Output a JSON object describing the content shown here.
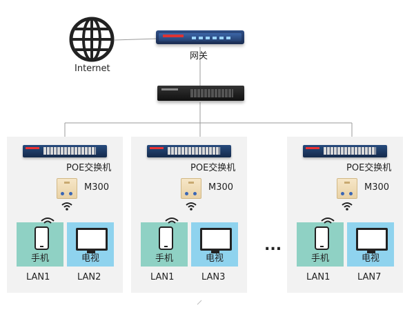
{
  "internet_label": "Internet",
  "gateway_label": "网关",
  "groups": [
    {
      "switch_label": "POE交换机",
      "ap_label": "M300",
      "phone_label": "手机",
      "tv_label": "电视",
      "lan_a": "LAN1",
      "lan_b": "LAN2"
    },
    {
      "switch_label": "POE交换机",
      "ap_label": "M300",
      "phone_label": "手机",
      "tv_label": "电视",
      "lan_a": "LAN1",
      "lan_b": "LAN3"
    },
    {
      "switch_label": "POE交换机",
      "ap_label": "M300",
      "phone_label": "手机",
      "tv_label": "电视",
      "lan_a": "LAN1",
      "lan_b": "LAN7"
    }
  ],
  "ellipsis": "...",
  "colors": {
    "phone_box": "#8fd1c4",
    "tv_box": "#8fd3ee",
    "group_bg": "#f2f2f2",
    "switch_blue": "#274b7d",
    "line": "#9a9a9a"
  }
}
